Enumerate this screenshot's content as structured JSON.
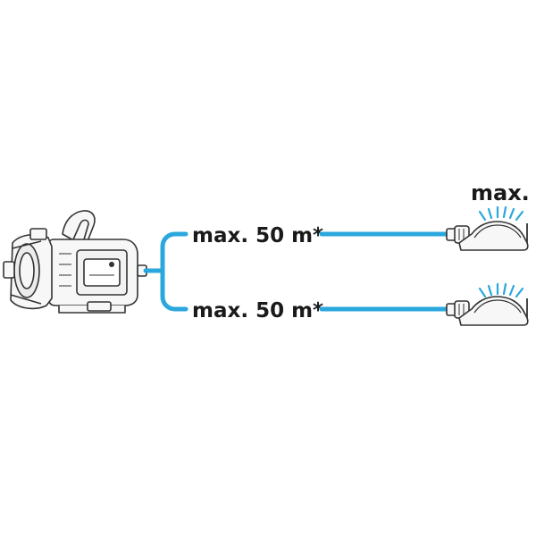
{
  "diagram": {
    "top_right_label": "max.",
    "branches": [
      {
        "length_label": "max. 50 m*"
      },
      {
        "length_label": "max. 50 m*"
      }
    ]
  },
  "colors": {
    "hose": "#2aa7dc",
    "outline": "#333333",
    "body_fill": "#f7f7f7",
    "text": "#1a1a1a"
  },
  "icons": [
    "garden-pump-icon",
    "sprinkler-icon"
  ]
}
